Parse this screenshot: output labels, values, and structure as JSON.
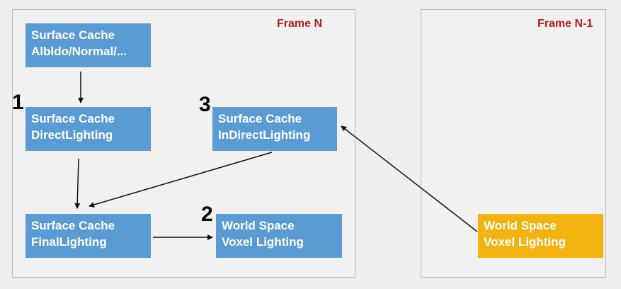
{
  "frames": [
    {
      "label": "Frame N"
    },
    {
      "label": "Frame N-1"
    }
  ],
  "boxes": {
    "albedo": {
      "line1": "Surface Cache",
      "line2": "Albldo/Normal/..."
    },
    "direct": {
      "line1": "Surface Cache",
      "line2": "DirectLighting"
    },
    "indirect": {
      "line1": "Surface Cache",
      "line2": "InDirectLighting"
    },
    "final": {
      "line1": "Surface Cache",
      "line2": "FinalLighting"
    },
    "voxel_n": {
      "line1": "World Space",
      "line2": "Voxel Lighting"
    },
    "voxel_prev": {
      "line1": "World Space",
      "line2": "Voxel Lighting"
    }
  },
  "steps": {
    "one": "1",
    "two": "2",
    "three": "3"
  },
  "colors": {
    "box_blue": "#5b9bd3",
    "box_orange": "#f2b20f",
    "frame_label": "#b5201d"
  }
}
